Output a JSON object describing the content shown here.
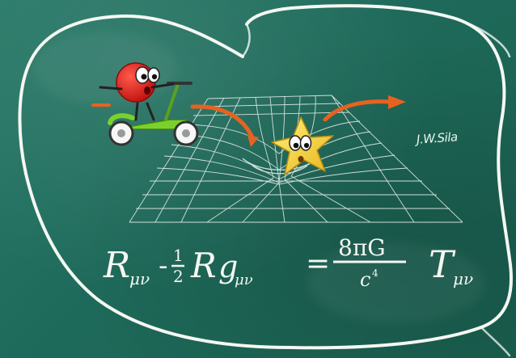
{
  "scene": {
    "background_color": "#1f6b5c",
    "chalk_color": "#f4f7f2",
    "signature_text": "J.W.Sila",
    "equation": {
      "lhs_R": "R",
      "lhs_R_sub": "μν",
      "minus": "-",
      "half_num": "1",
      "half_den": "2",
      "R2": "R",
      "g": "g",
      "g_sub": "μν",
      "equals": "=",
      "numerator": "8πG",
      "denominator": "c",
      "denominator_exp": "4",
      "T": "T",
      "T_sub": "μν"
    },
    "characters": {
      "ball_color": "#e11b1b",
      "scooter_color": "#7bd12a",
      "star_color": "#f3d335",
      "arrow_color": "#e8621f"
    }
  }
}
